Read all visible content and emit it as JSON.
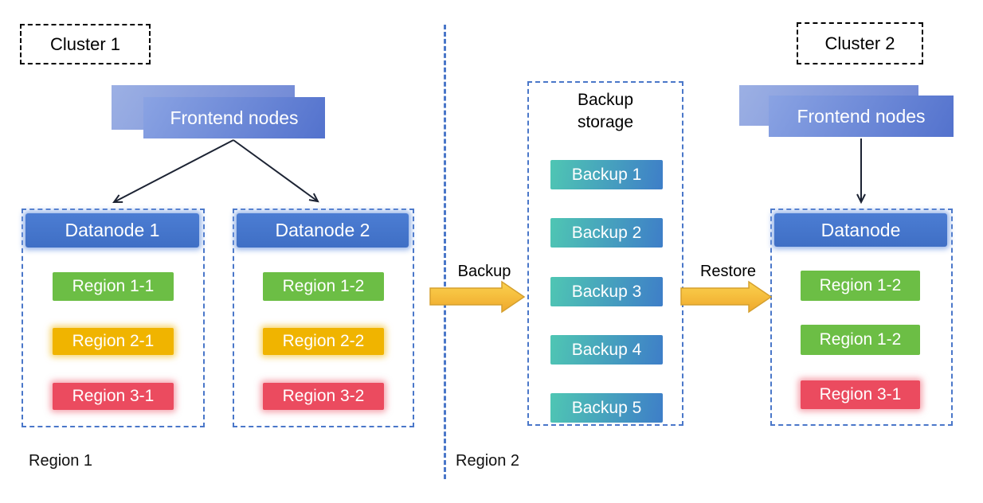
{
  "clusters": [
    {
      "label": "Cluster 1",
      "frontend_label": "Frontend nodes",
      "datanodes": [
        {
          "title": "Datanode 1",
          "regions": [
            {
              "label": "Region 1-1",
              "color": "green"
            },
            {
              "label": "Region 2-1",
              "color": "yellow"
            },
            {
              "label": "Region 3-1",
              "color": "red"
            }
          ]
        },
        {
          "title": "Datanode 2",
          "regions": [
            {
              "label": "Region 1-2",
              "color": "green"
            },
            {
              "label": "Region 2-2",
              "color": "yellow"
            },
            {
              "label": "Region 3-2",
              "color": "red"
            }
          ]
        }
      ]
    },
    {
      "label": "Cluster 2",
      "frontend_label": "Frontend nodes",
      "datanodes": [
        {
          "title": "Datanode",
          "regions": [
            {
              "label": "Region 1-2",
              "color": "green"
            },
            {
              "label": "Region 1-2",
              "color": "green"
            },
            {
              "label": "Region 3-1",
              "color": "red"
            }
          ]
        }
      ]
    }
  ],
  "backup_storage": {
    "title": "Backup storage",
    "items": [
      "Backup 1",
      "Backup 2",
      "Backup 3",
      "Backup 4",
      "Backup 5"
    ]
  },
  "flow": {
    "backup_label": "Backup",
    "restore_label": "Restore"
  },
  "region_labels": {
    "left": "Region 1",
    "right": "Region 2"
  },
  "colors": {
    "datanode_blue": "#4374cb",
    "frontend_blue_light": "#8aa3e3",
    "frontend_blue_dark": "#5372cd",
    "region_green": "#6cbe45",
    "region_yellow": "#f0b400",
    "region_red": "#eb4b5f",
    "backup_teal": "#4fc6b3",
    "backup_blue": "#3e7ec8",
    "flow_arrow_gold": "#f5bc3c",
    "dashed_border_blue": "#4a77c9",
    "dashed_border_black": "#000000",
    "connector_dark": "#1c2333"
  }
}
